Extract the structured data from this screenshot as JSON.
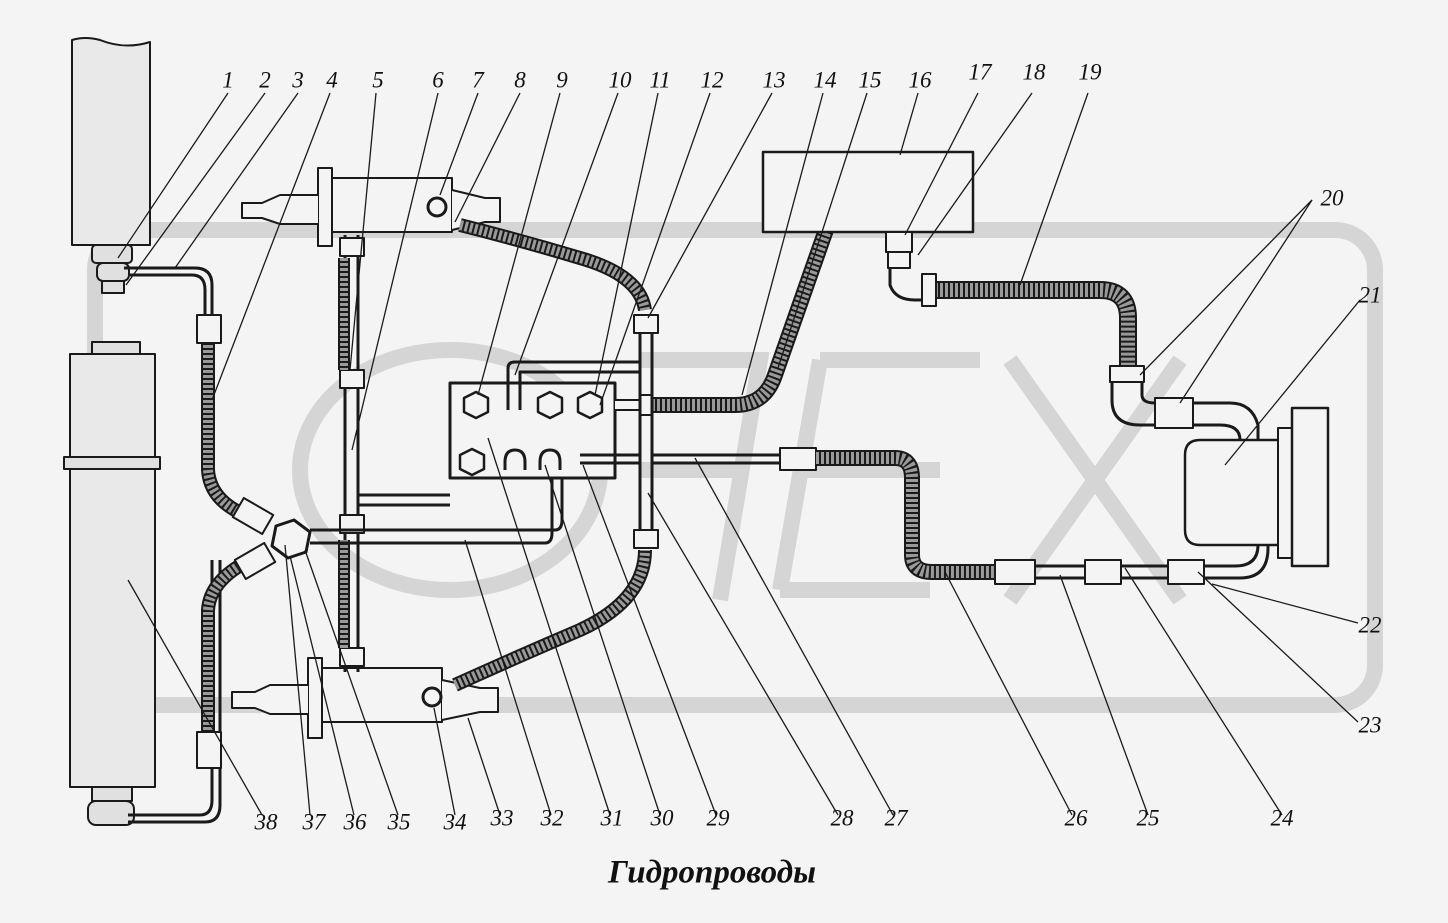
{
  "caption": "Гидропроводы",
  "callouts": [
    "1",
    "2",
    "3",
    "4",
    "5",
    "6",
    "7",
    "8",
    "9",
    "10",
    "11",
    "12",
    "13",
    "14",
    "15",
    "16",
    "17",
    "18",
    "19",
    "20",
    "21",
    "22",
    "23",
    "24",
    "25",
    "26",
    "27",
    "28",
    "29",
    "30",
    "31",
    "32",
    "33",
    "34",
    "35",
    "36",
    "37",
    "38"
  ],
  "watermark": "OREX",
  "colors": {
    "line": "#1a1a1a",
    "hose_fill": "#9a9a9a",
    "watermark": "#cfcfcf",
    "background": "#f4f4f4"
  }
}
